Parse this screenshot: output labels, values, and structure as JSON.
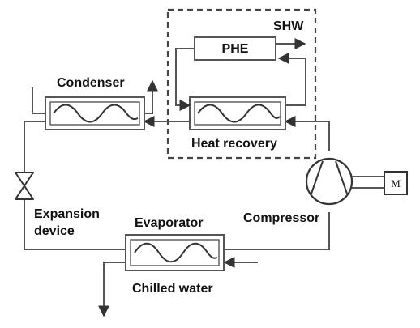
{
  "diagram": {
    "labels": {
      "shw": "SHW",
      "phe": "PHE",
      "condenser": "Condenser",
      "heat_recovery": "Heat recovery",
      "expansion_line1": "Expansion",
      "expansion_line2": "device",
      "evaporator": "Evaporator",
      "compressor": "Compressor",
      "chilled_water": "Chilled water",
      "motor": "M"
    }
  }
}
